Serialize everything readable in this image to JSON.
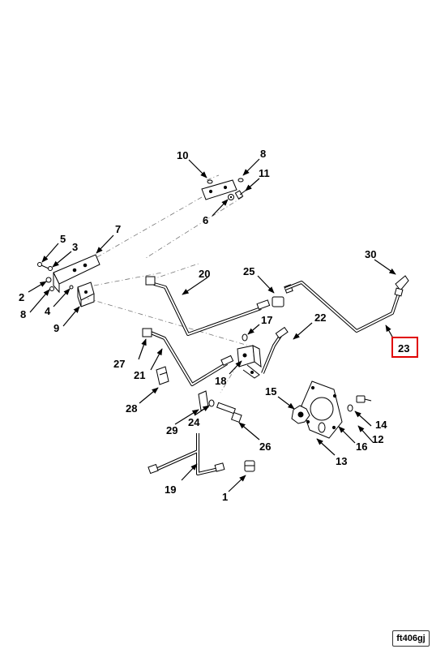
{
  "figure_id": "ft406gj",
  "highlight_color": "#e00000",
  "highlighted_callout": "23",
  "callouts": [
    {
      "id": "1",
      "label": "1"
    },
    {
      "id": "2",
      "label": "2"
    },
    {
      "id": "3",
      "label": "3"
    },
    {
      "id": "4",
      "label": "4"
    },
    {
      "id": "5",
      "label": "5"
    },
    {
      "id": "6",
      "label": "6"
    },
    {
      "id": "7",
      "label": "7"
    },
    {
      "id": "8a",
      "label": "8"
    },
    {
      "id": "8b",
      "label": "8"
    },
    {
      "id": "9",
      "label": "9"
    },
    {
      "id": "10",
      "label": "10"
    },
    {
      "id": "11",
      "label": "11"
    },
    {
      "id": "12",
      "label": "12"
    },
    {
      "id": "13",
      "label": "13"
    },
    {
      "id": "14",
      "label": "14"
    },
    {
      "id": "15",
      "label": "15"
    },
    {
      "id": "16",
      "label": "16"
    },
    {
      "id": "17",
      "label": "17"
    },
    {
      "id": "18",
      "label": "18"
    },
    {
      "id": "19",
      "label": "19"
    },
    {
      "id": "20",
      "label": "20"
    },
    {
      "id": "21",
      "label": "21"
    },
    {
      "id": "22",
      "label": "22"
    },
    {
      "id": "23",
      "label": "23"
    },
    {
      "id": "24",
      "label": "24"
    },
    {
      "id": "25",
      "label": "25"
    },
    {
      "id": "26",
      "label": "26"
    },
    {
      "id": "27",
      "label": "27"
    },
    {
      "id": "28",
      "label": "28"
    },
    {
      "id": "29",
      "label": "29"
    },
    {
      "id": "30",
      "label": "30"
    }
  ]
}
